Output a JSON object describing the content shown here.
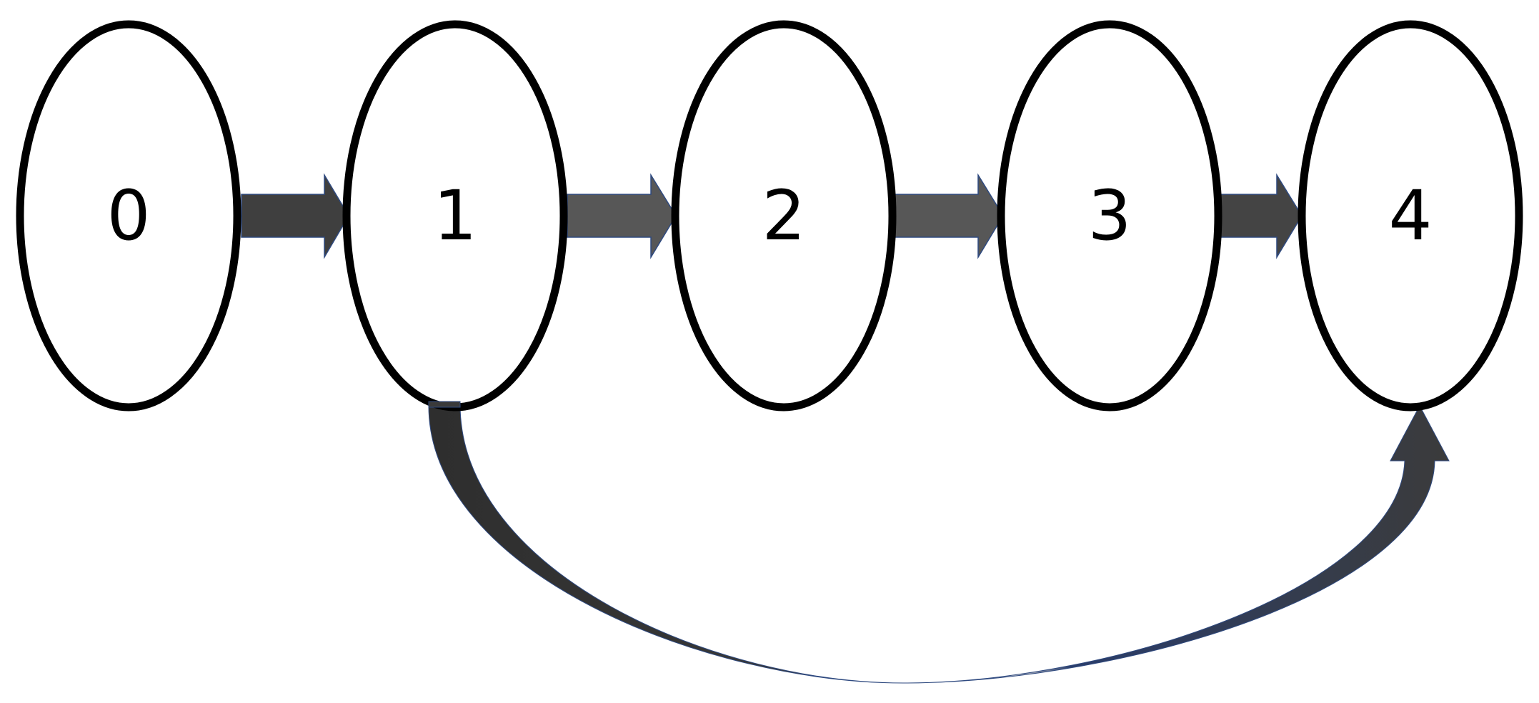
{
  "nodes": [
    {
      "id": "n0",
      "label": "0"
    },
    {
      "id": "n1",
      "label": "1"
    },
    {
      "id": "n2",
      "label": "2"
    },
    {
      "id": "n3",
      "label": "3"
    },
    {
      "id": "n4",
      "label": "4"
    }
  ],
  "edges": [
    {
      "from": "0",
      "to": "1",
      "style": "block-arrow"
    },
    {
      "from": "1",
      "to": "2",
      "style": "block-arrow"
    },
    {
      "from": "2",
      "to": "3",
      "style": "block-arrow"
    },
    {
      "from": "3",
      "to": "4",
      "style": "block-arrow"
    },
    {
      "from": "1",
      "to": "4",
      "style": "curved-arrow"
    }
  ],
  "colors": {
    "node_stroke": "#000000",
    "node_fill": "#ffffff",
    "arrow_dark": "#3a3a3a",
    "arrow_mid": "#555555",
    "arrow_outline": "#2f4a80"
  }
}
